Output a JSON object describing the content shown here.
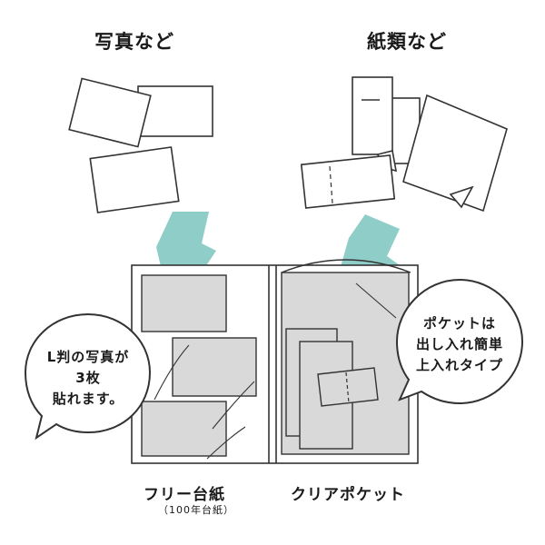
{
  "headings": {
    "photos": "写真など",
    "papers": "紙類など"
  },
  "labels": {
    "free_mount": "フリー台紙",
    "free_mount_sub": "（100年台紙）",
    "clear_pocket": "クリアポケット"
  },
  "bubbles": {
    "left_lines": [
      "L判の写真が",
      "3枚",
      "貼れます。"
    ],
    "right_lines": [
      "ポケットは",
      "出し入れ簡単",
      "上入れタイプ"
    ]
  },
  "colors": {
    "arrow": "#8ecdc8",
    "panel_fill": "#d9d9d9",
    "outline": "#333333"
  }
}
